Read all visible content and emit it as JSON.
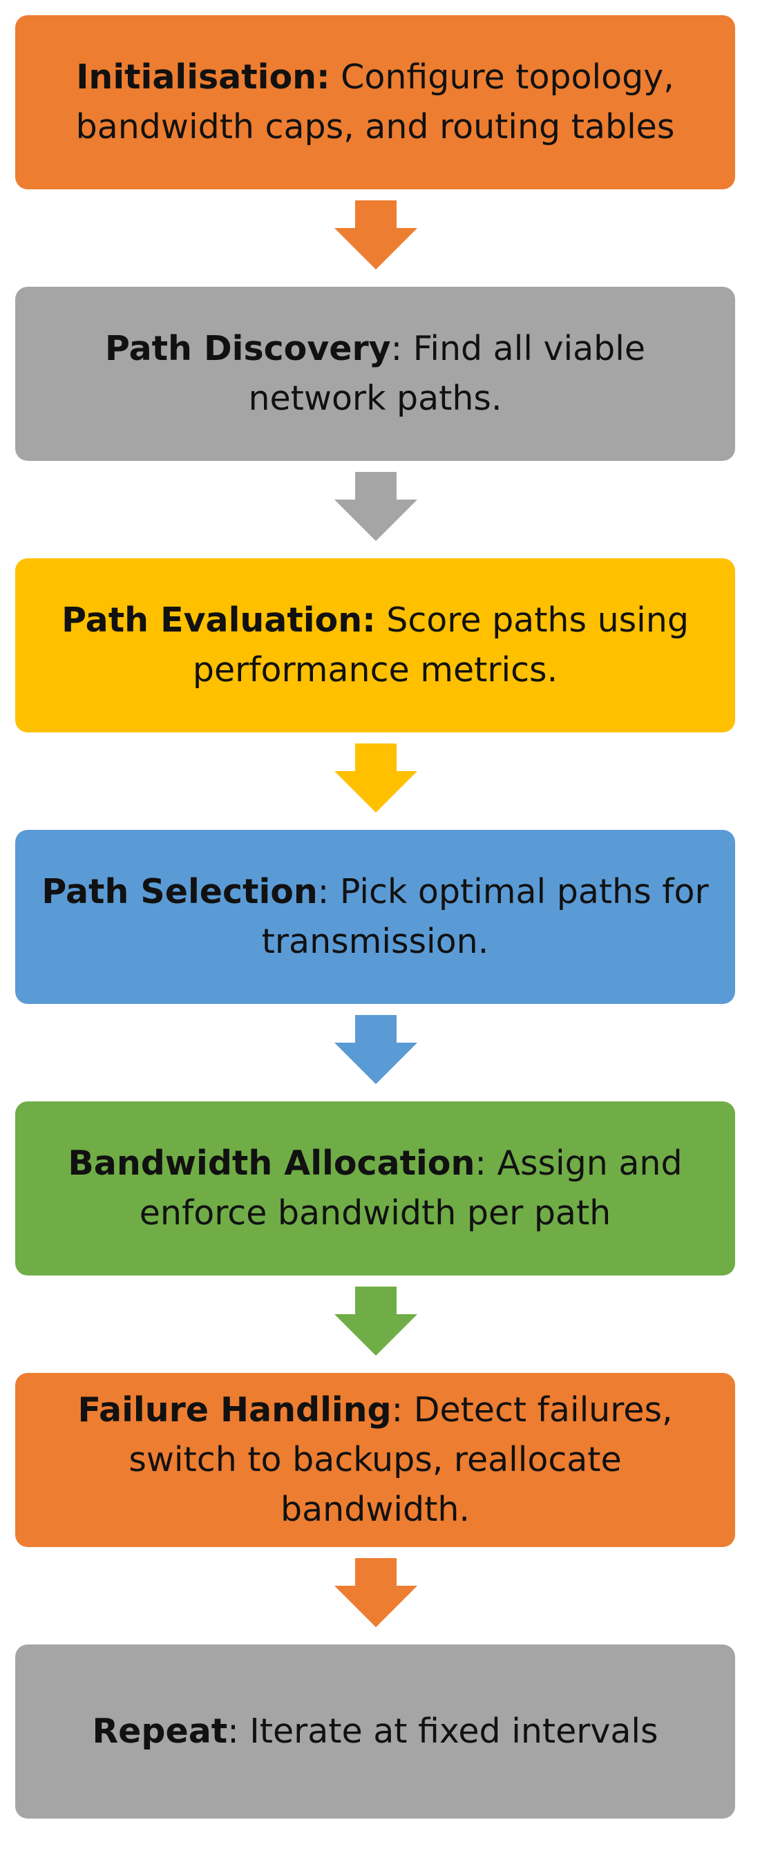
{
  "diagram": {
    "steps": [
      {
        "title": "Initialisation:",
        "text": " Configure topology, bandwidth caps, and routing tables",
        "color": "#ED7D31"
      },
      {
        "title": "Path Discovery",
        "text": ": Find all viable network paths.",
        "color": "#A5A5A5"
      },
      {
        "title": "Path Evaluation:",
        "text": " Score paths using performance metrics.",
        "color": "#FFC000"
      },
      {
        "title": "Path Selection",
        "text": ": Pick optimal paths for transmission.",
        "color": "#5B9BD5"
      },
      {
        "title": "Bandwidth Allocation",
        "text": ": Assign and enforce bandwidth per path",
        "color": "#70AD47"
      },
      {
        "title": "Failure Handling",
        "text": ": Detect failures, switch to backups, reallocate bandwidth.",
        "color": "#ED7D31"
      },
      {
        "title": "Repeat",
        "text": ": Iterate at fixed intervals",
        "color": "#A5A5A5"
      }
    ]
  }
}
